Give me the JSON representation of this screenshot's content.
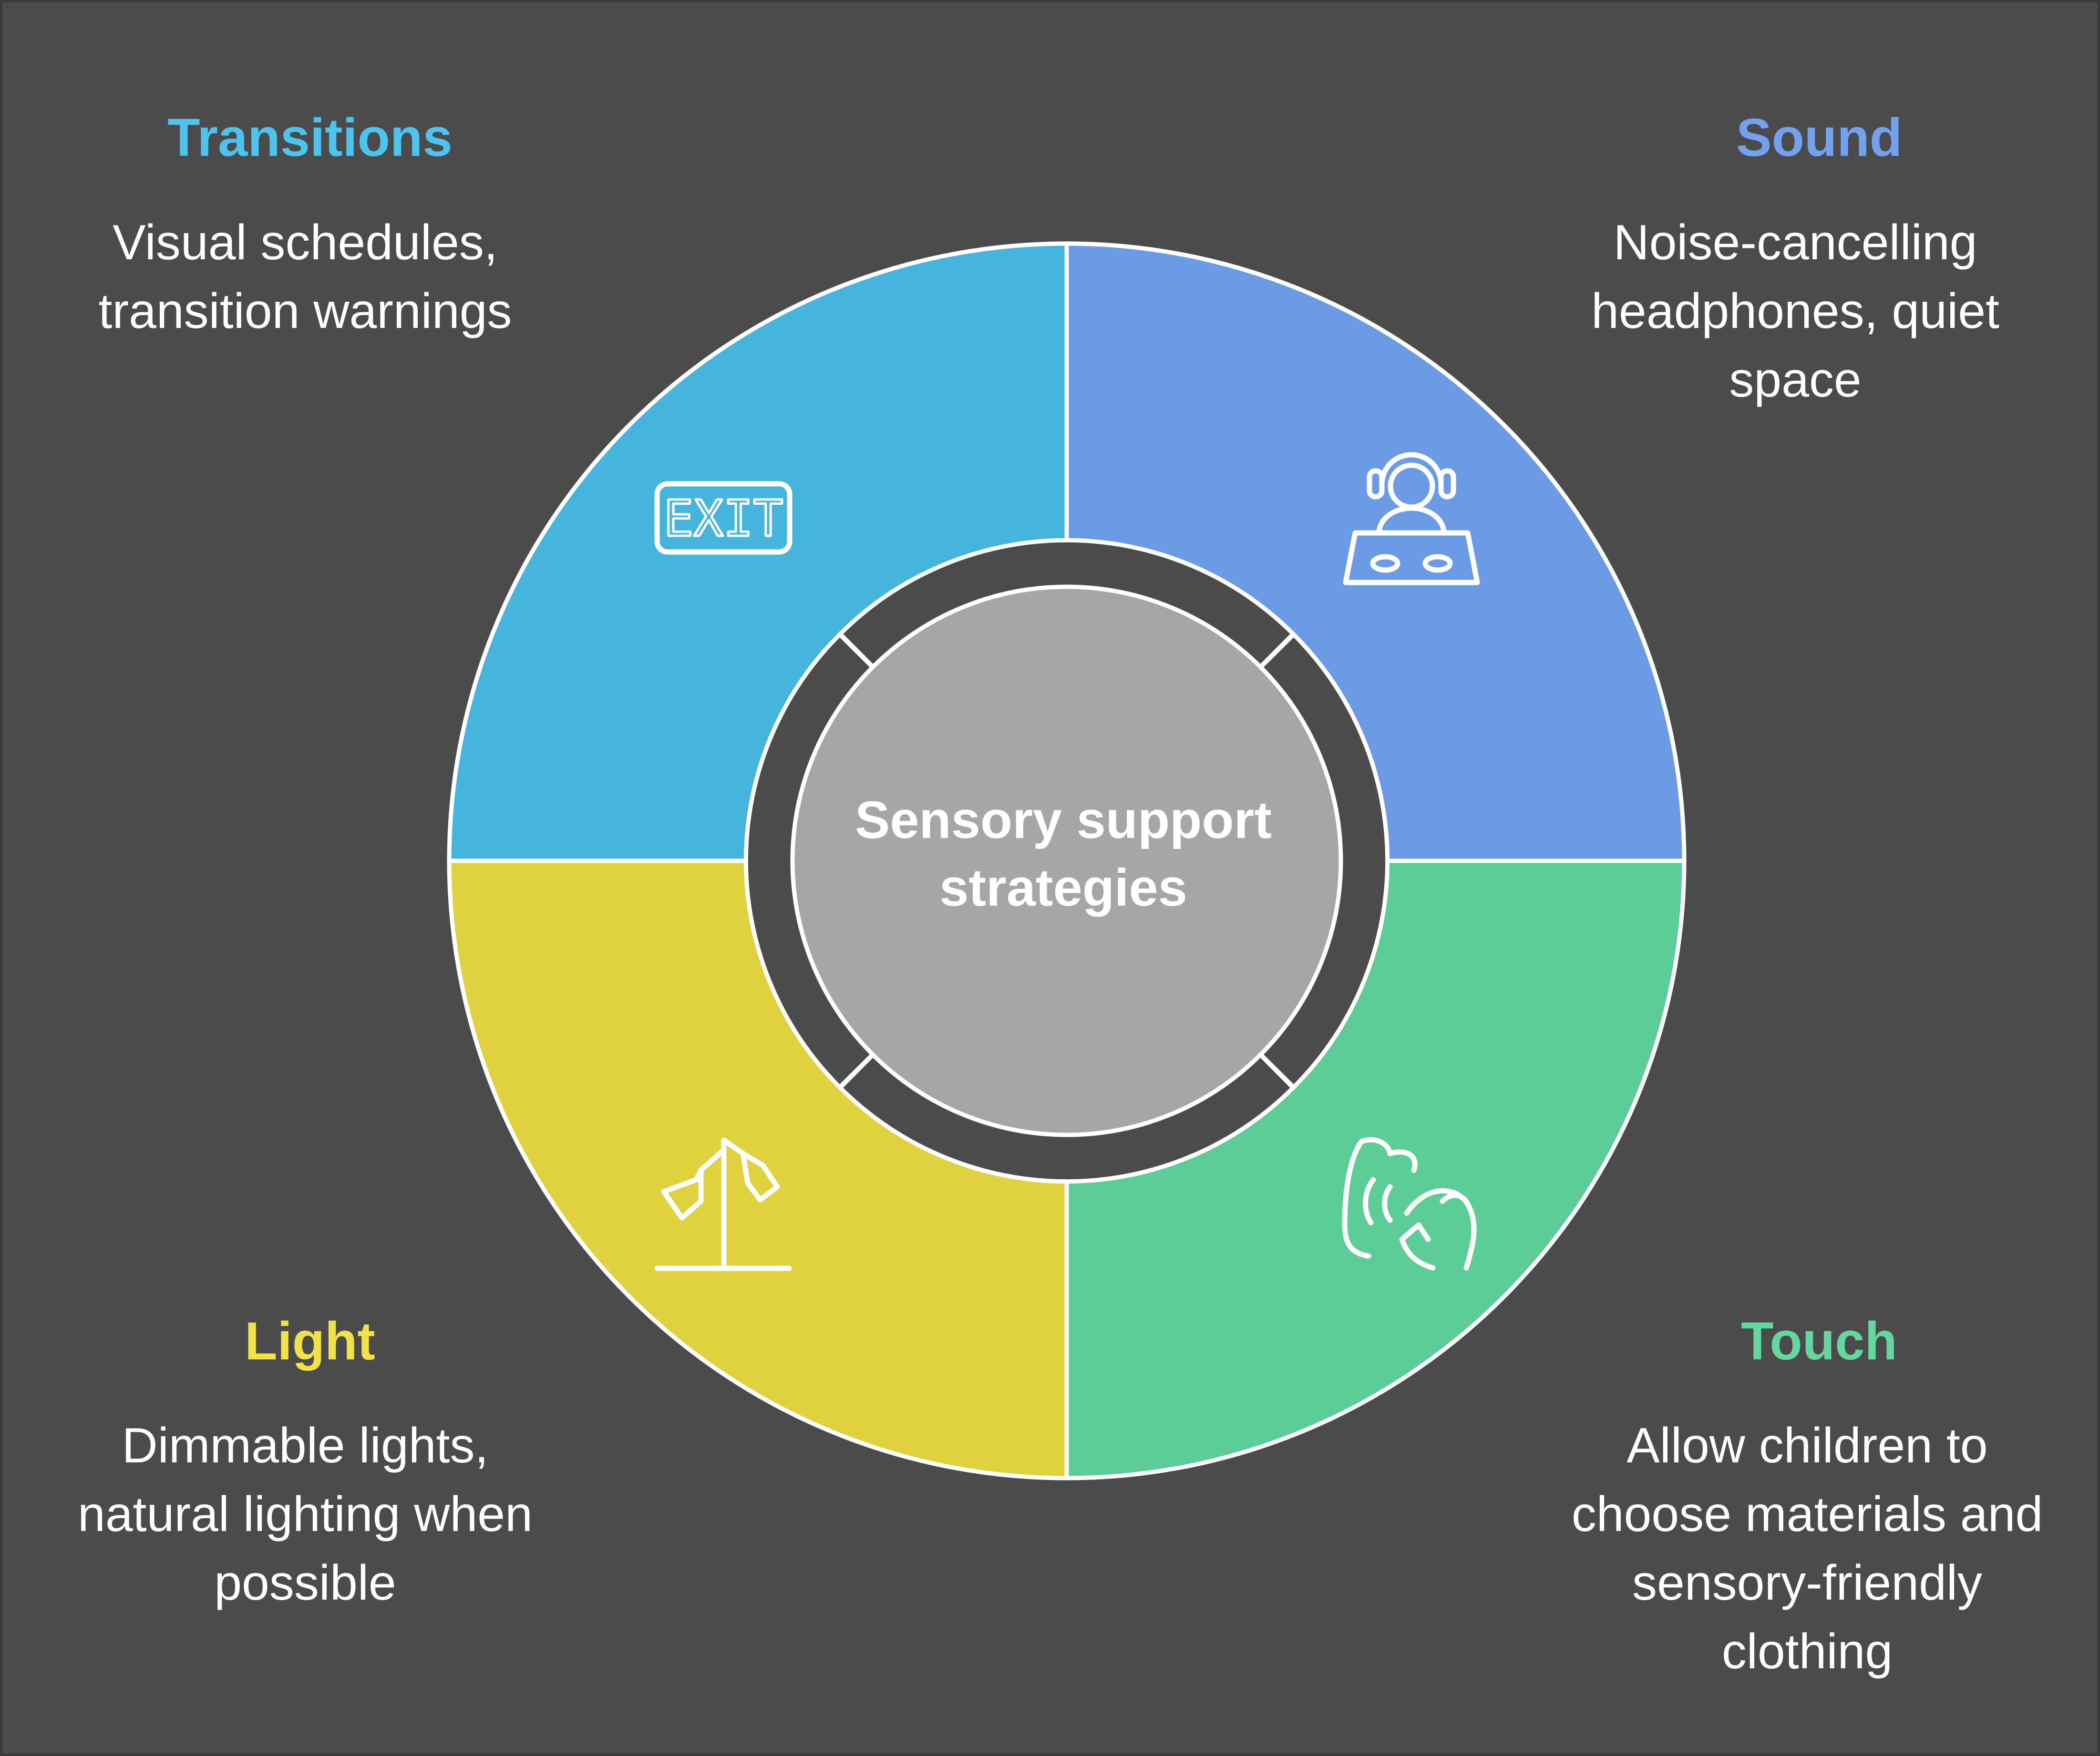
{
  "center": {
    "text": "Sensory support strategies",
    "fill": "#a6a6a6"
  },
  "segments": [
    {
      "key": "transitions",
      "title": "Transitions",
      "description": "Visual schedules, transition warnings",
      "color": "#46b5dd",
      "title_color": "#4cc4ee",
      "icon": "exit-sign-icon",
      "icon_text": "EXIT"
    },
    {
      "key": "sound",
      "title": "Sound",
      "description": "Noise-cancelling headphones, quiet space",
      "color": "#6c9be6",
      "title_color": "#72a2ee",
      "icon": "dj-headphones-icon"
    },
    {
      "key": "light",
      "title": "Light",
      "description": "Dimmable lights, natural lighting when possible",
      "color": "#e0d23f",
      "title_color": "#f2e24a",
      "icon": "lamp-icon"
    },
    {
      "key": "touch",
      "title": "Touch",
      "description": "Allow children to choose materials and sensory-friendly clothing",
      "color": "#5dcd97",
      "title_color": "#63d79e",
      "icon": "hand-touch-icon"
    }
  ],
  "background": "#4b4b4b",
  "stroke": "#ffffff"
}
